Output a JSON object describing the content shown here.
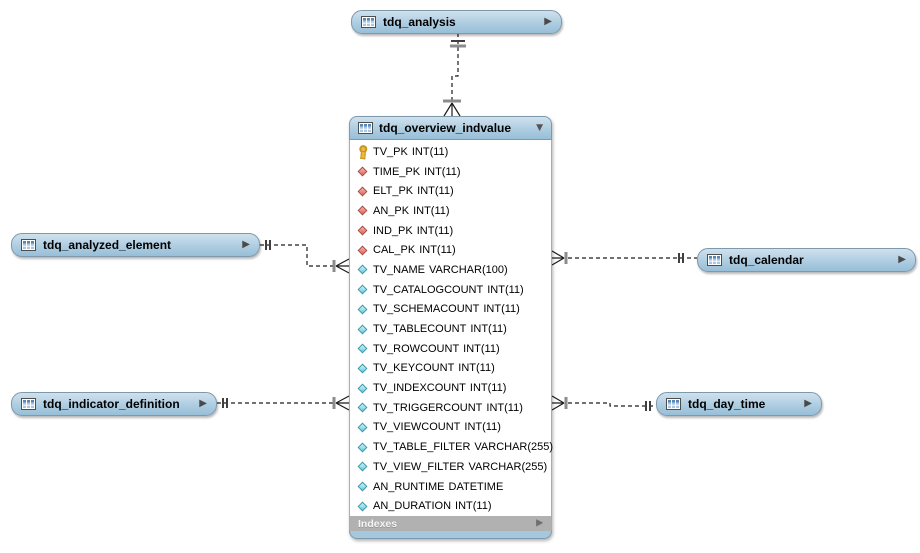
{
  "colors": {
    "canvas_background": "#ffffff",
    "table_header": "#aecde1",
    "table_header_border": "#7e98ac",
    "primary_key_icon": "#e9b944",
    "foreign_key_icon": "#ef8179",
    "column_icon": "#8edeeb",
    "indexes_bar": "#b1b1b1",
    "relationship_line": "#1c1c1c"
  },
  "icons": {
    "table": "table-grid-icon",
    "expand_arrow": "▶",
    "collapse_arrow": "▼"
  },
  "tables": {
    "analysis": {
      "label": "tdq_analysis",
      "collapsed": true
    },
    "analyzed_element": {
      "label": "tdq_analyzed_element",
      "collapsed": true
    },
    "indicator_definition": {
      "label": "tdq_indicator_definition",
      "collapsed": true
    },
    "calendar": {
      "label": "tdq_calendar",
      "collapsed": true
    },
    "day_time": {
      "label": "tdq_day_time",
      "collapsed": true
    },
    "overview_indvalue": {
      "label": "tdq_overview_indvalue",
      "collapsed": false,
      "indexes_label": "Indexes",
      "columns": [
        {
          "icon": "primary-key",
          "name": "TV_PK",
          "type": "INT(11)"
        },
        {
          "icon": "foreign-key",
          "name": "TIME_PK",
          "type": "INT(11)"
        },
        {
          "icon": "foreign-key",
          "name": "ELT_PK",
          "type": "INT(11)"
        },
        {
          "icon": "foreign-key",
          "name": "AN_PK",
          "type": "INT(11)"
        },
        {
          "icon": "foreign-key",
          "name": "IND_PK",
          "type": "INT(11)"
        },
        {
          "icon": "foreign-key",
          "name": "CAL_PK",
          "type": "INT(11)"
        },
        {
          "icon": "column",
          "name": "TV_NAME",
          "type": "VARCHAR(100)"
        },
        {
          "icon": "column",
          "name": "TV_CATALOGCOUNT",
          "type": "INT(11)"
        },
        {
          "icon": "column",
          "name": "TV_SCHEMACOUNT",
          "type": "INT(11)"
        },
        {
          "icon": "column",
          "name": "TV_TABLECOUNT",
          "type": "INT(11)"
        },
        {
          "icon": "column",
          "name": "TV_ROWCOUNT",
          "type": "INT(11)"
        },
        {
          "icon": "column",
          "name": "TV_KEYCOUNT",
          "type": "INT(11)"
        },
        {
          "icon": "column",
          "name": "TV_INDEXCOUNT",
          "type": "INT(11)"
        },
        {
          "icon": "column",
          "name": "TV_TRIGGERCOUNT",
          "type": "INT(11)"
        },
        {
          "icon": "column",
          "name": "TV_VIEWCOUNT",
          "type": "INT(11)"
        },
        {
          "icon": "column",
          "name": "TV_TABLE_FILTER",
          "type": "VARCHAR(255)"
        },
        {
          "icon": "column",
          "name": "TV_VIEW_FILTER",
          "type": "VARCHAR(255)"
        },
        {
          "icon": "column",
          "name": "AN_RUNTIME",
          "type": "DATETIME"
        },
        {
          "icon": "column",
          "name": "AN_DURATION",
          "type": "INT(11)"
        }
      ]
    }
  },
  "relationships": [
    {
      "from": "tdq_analysis",
      "to": "tdq_overview_indvalue",
      "from_cardinality": "one",
      "to_cardinality": "many",
      "line_style": "dashed"
    },
    {
      "from": "tdq_analyzed_element",
      "to": "tdq_overview_indvalue",
      "from_cardinality": "one",
      "to_cardinality": "many",
      "line_style": "dashed"
    },
    {
      "from": "tdq_indicator_definition",
      "to": "tdq_overview_indvalue",
      "from_cardinality": "one",
      "to_cardinality": "many",
      "line_style": "dashed"
    },
    {
      "from": "tdq_calendar",
      "to": "tdq_overview_indvalue",
      "from_cardinality": "one",
      "to_cardinality": "many",
      "line_style": "dashed"
    },
    {
      "from": "tdq_day_time",
      "to": "tdq_overview_indvalue",
      "from_cardinality": "one",
      "to_cardinality": "many",
      "line_style": "dashed"
    }
  ]
}
